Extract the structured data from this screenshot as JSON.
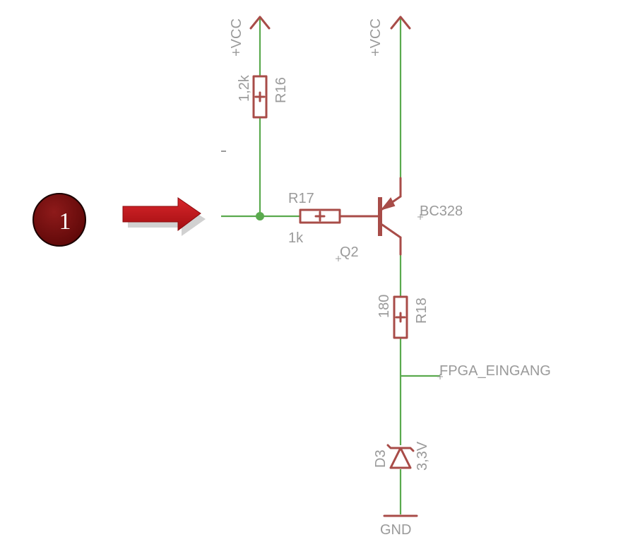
{
  "marker": {
    "number": "1"
  },
  "labels": {
    "vcc_left": "+VCC",
    "vcc_right": "+VCC",
    "r16_value": "1,2k",
    "r16_name": "R16",
    "r17_name": "R17",
    "r17_value": "1k",
    "q2_part": "BC328",
    "q2_name": "Q2",
    "r18_value": "180",
    "r18_name": "R18",
    "net_fpga": "FPGA_EINGANG",
    "d3_name": "D3",
    "d3_value": "3,3V",
    "gnd": "GND"
  },
  "colors": {
    "wire": "#5aaa4e",
    "symbol": "#a84c48",
    "label": "#9a9a9a",
    "marker_fill": "#7a0d0d",
    "arrow_fill": "#c4161c"
  }
}
